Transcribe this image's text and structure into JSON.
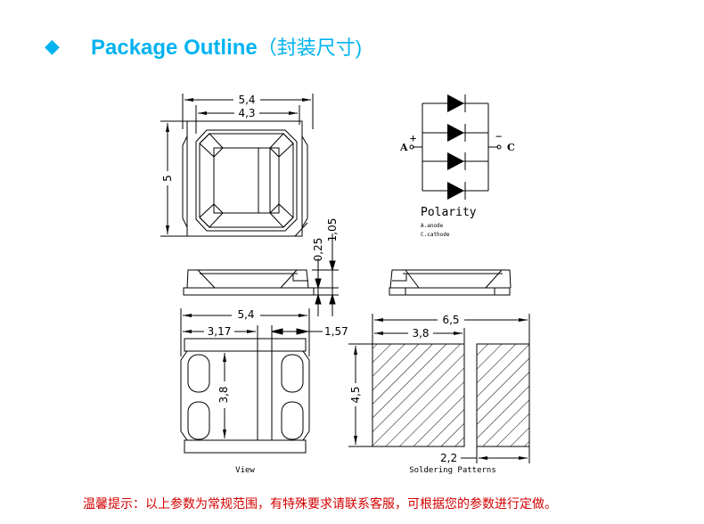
{
  "header": {
    "bullet_icon": "diamond-icon",
    "title": "Package Outline",
    "title_cn": "（封装尺寸)"
  },
  "top_view": {
    "width_outer": "5,4",
    "width_inner": "4,3",
    "height": "5",
    "dim_025": "0,25",
    "dim_105": "1,05"
  },
  "polarity": {
    "anode_label": "A",
    "cathode_label": "C",
    "plus": "+",
    "minus": "−",
    "title": "Polarity",
    "legend_anode": "A.anode",
    "legend_cathode": "C.cathode",
    "diode_count": 4
  },
  "bottom_view": {
    "width": "5,4",
    "pad_width": "3,17",
    "pad_gap": "1,57",
    "pad_height": "3,8",
    "caption": "View"
  },
  "soldering": {
    "total_width": "6,5",
    "left_width": "3,8",
    "height": "4,5",
    "right_width": "2,2",
    "caption": "Soldering Patterns"
  },
  "footer": {
    "note": "温馨提示：以上参数为常规范围，有特殊要求请联系客服，可根据您的参数进行定做。"
  }
}
